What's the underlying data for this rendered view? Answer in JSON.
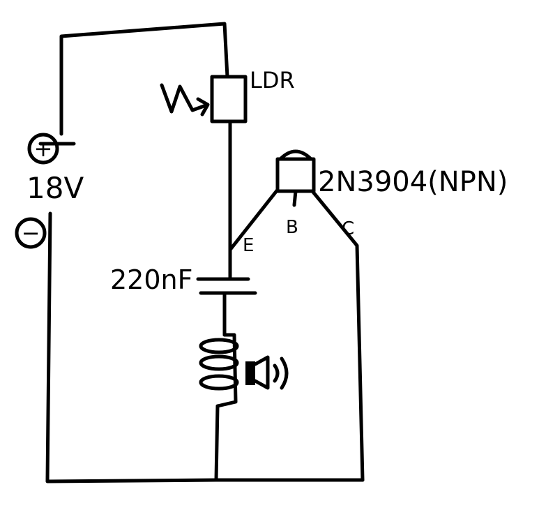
{
  "battery": {
    "voltage_label": "18V",
    "positive_symbol": "+",
    "negative_symbol": "−"
  },
  "ldr": {
    "label": "LDR",
    "light_icon": "light-rays-arrow-icon"
  },
  "transistor": {
    "label": "2N3904(NPN)",
    "pin_emitter": "E",
    "pin_base": "B",
    "pin_collector": "C"
  },
  "capacitor": {
    "label": "220nF"
  },
  "inductor": {
    "icon": "coil-icon"
  },
  "speaker": {
    "icon": "speaker-icon"
  },
  "colors": {
    "ink": "#000000",
    "paper": "#ffffff"
  }
}
